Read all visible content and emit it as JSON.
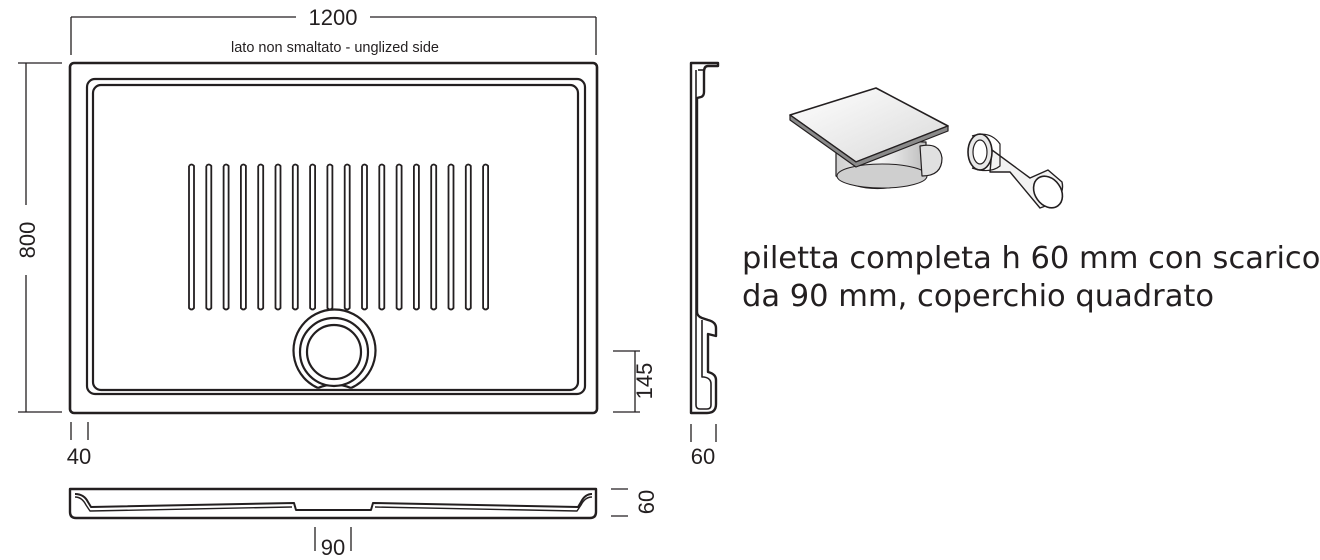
{
  "dimensions": {
    "width": "1200",
    "side_note": "lato non smaltato - unglized side",
    "depth": "800",
    "border": "40",
    "drain_offset": "145",
    "side_height": "60",
    "front_height": "60",
    "drain_diameter": "90"
  },
  "caption": {
    "line1": "piletta completa h 60 mm con scarico",
    "line2": "da 90 mm, coperchio quadrato"
  },
  "slot_count": 18
}
